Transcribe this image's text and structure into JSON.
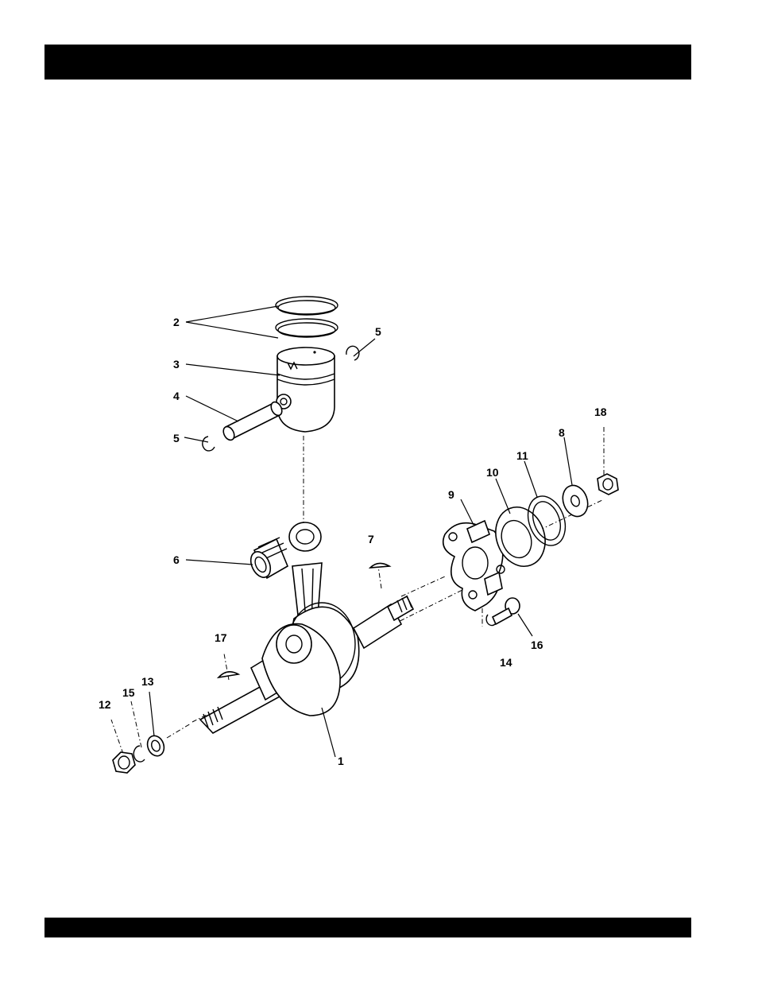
{
  "callouts": [
    "1",
    "2",
    "3",
    "4",
    "5",
    "5",
    "6",
    "7",
    "8",
    "9",
    "10",
    "11",
    "12",
    "13",
    "14",
    "15",
    "16",
    "17",
    "18"
  ]
}
